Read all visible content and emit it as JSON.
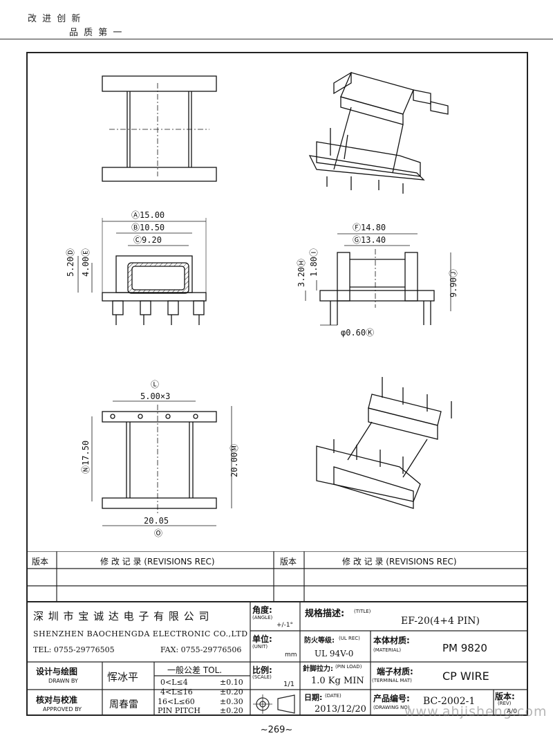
{
  "header": {
    "slogan_line1": "改 进 创 新",
    "slogan_line2": "品 质 第 一"
  },
  "dimensions": {
    "A": "Ⓐ",
    "A_val": "15.00",
    "B": "Ⓑ",
    "B_val": "10.50",
    "C": "Ⓒ",
    "C_val": "9.20",
    "D": "Ⓓ",
    "D_val": "5.20",
    "E": "Ⓔ",
    "E_val": "4.00",
    "F": "Ⓕ",
    "F_val": "14.80",
    "G": "Ⓖ",
    "G_val": "13.40",
    "H": "Ⓗ",
    "H_val": "3.20",
    "I": "Ⓘ",
    "I_val": "1.80",
    "J": "Ⓙ",
    "J_val": "9.90",
    "K": "Ⓚ",
    "K_val": "φ0.60",
    "L": "Ⓛ",
    "L_val": "5.00×3",
    "M": "Ⓜ",
    "M_val": "20.00",
    "N": "Ⓝ",
    "N_val": "17.50",
    "O": "Ⓞ",
    "O_val": "20.05"
  },
  "revisions": {
    "col1_label": "版本",
    "col1_title": "修 改 记 录  (REVISIONS REC)",
    "col2_label": "版本",
    "col2_title": "修 改 记 录  (REVISIONS REC)"
  },
  "company": {
    "name_cn": "深 圳 市 宝 诚 达 电 子 有 限 公 司",
    "name_en": "SHENZHEN BAOCHENGDA ELECTRONIC CO.,LTD",
    "tel": "TEL: 0755-29776505",
    "fax": "FAX: 0755-29776506"
  },
  "title_block": {
    "angle_label": "角度:",
    "angle_label_en": "(ANGLE)",
    "angle_value": "+/-1°",
    "unit_label": "单位:",
    "unit_label_en": "(UNIT)",
    "unit_value": "mm",
    "scale_label": "比例:",
    "scale_label_en": "(SCALE)",
    "scale_value": "1/1",
    "title_label": "规格描述:",
    "title_label_en": "(TITLE)",
    "title_value": "EF-20(4+4 PIN)",
    "ul_label": "防火等级:",
    "ul_label_en": "(UL REC)",
    "ul_value": "UL 94V-0",
    "material_label": "本体材质:",
    "material_label_en": "(MATERIAL)",
    "material_value": "PM 9820",
    "pin_load_label": "針脚拉力:",
    "pin_load_label_en": "(PIN LOAD)",
    "pin_load_value": "1.0 Kg MIN",
    "terminal_label": "端子材质:",
    "terminal_label_en": "(TERMINAL MAT)",
    "terminal_value": "CP WIRE",
    "date_label": "日期:",
    "date_label_en": "(DATE)",
    "date_value": "2013/12/20",
    "drawing_no_label": "产品编号:",
    "drawing_no_label_en": "(DRAWING NO)",
    "drawing_no_value": "BC-2002-1",
    "rev_label": "版本:",
    "rev_label_en": "(REV)",
    "rev_value": "A/0"
  },
  "signatures": {
    "drawn_label": "设计与绘图",
    "drawn_label_en": "DRAWN BY",
    "drawn_name": "恽冰平",
    "approved_label": "核对与校准",
    "approved_label_en": "APPROVED BY",
    "approved_name": "周春雷"
  },
  "tolerance": {
    "title": "一般公差 TOL.",
    "rows": [
      {
        "range": "0<L≤4",
        "value": "±0.10"
      },
      {
        "range": "4<L≤16",
        "value": "±0.20"
      },
      {
        "range": "16<L≤60",
        "value": "±0.30"
      },
      {
        "range": "PIN PITCH",
        "value": "±0.20"
      }
    ]
  },
  "watermark": "www.ahjisheng.com",
  "page_number": "~269~"
}
